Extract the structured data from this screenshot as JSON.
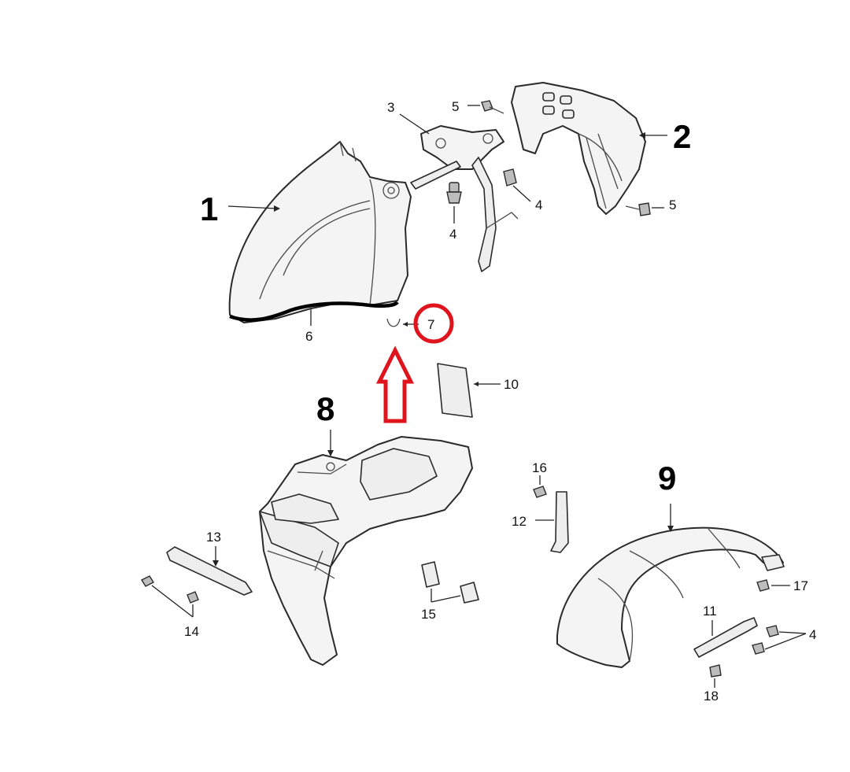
{
  "diagram": {
    "labels": {
      "p1": "1",
      "p2": "2",
      "p3": "3",
      "p4a": "4",
      "p4b": "4",
      "p4c": "4",
      "p5a": "5",
      "p5b": "5",
      "p6": "6",
      "p7": "7",
      "p8": "8",
      "p9": "9",
      "p10": "10",
      "p11": "11",
      "p12": "12",
      "p13": "13",
      "p14": "14",
      "p15": "15",
      "p16": "16",
      "p17": "17",
      "p18": "18"
    },
    "highlight": {
      "target_part": "7",
      "color": "#e0141c"
    }
  }
}
